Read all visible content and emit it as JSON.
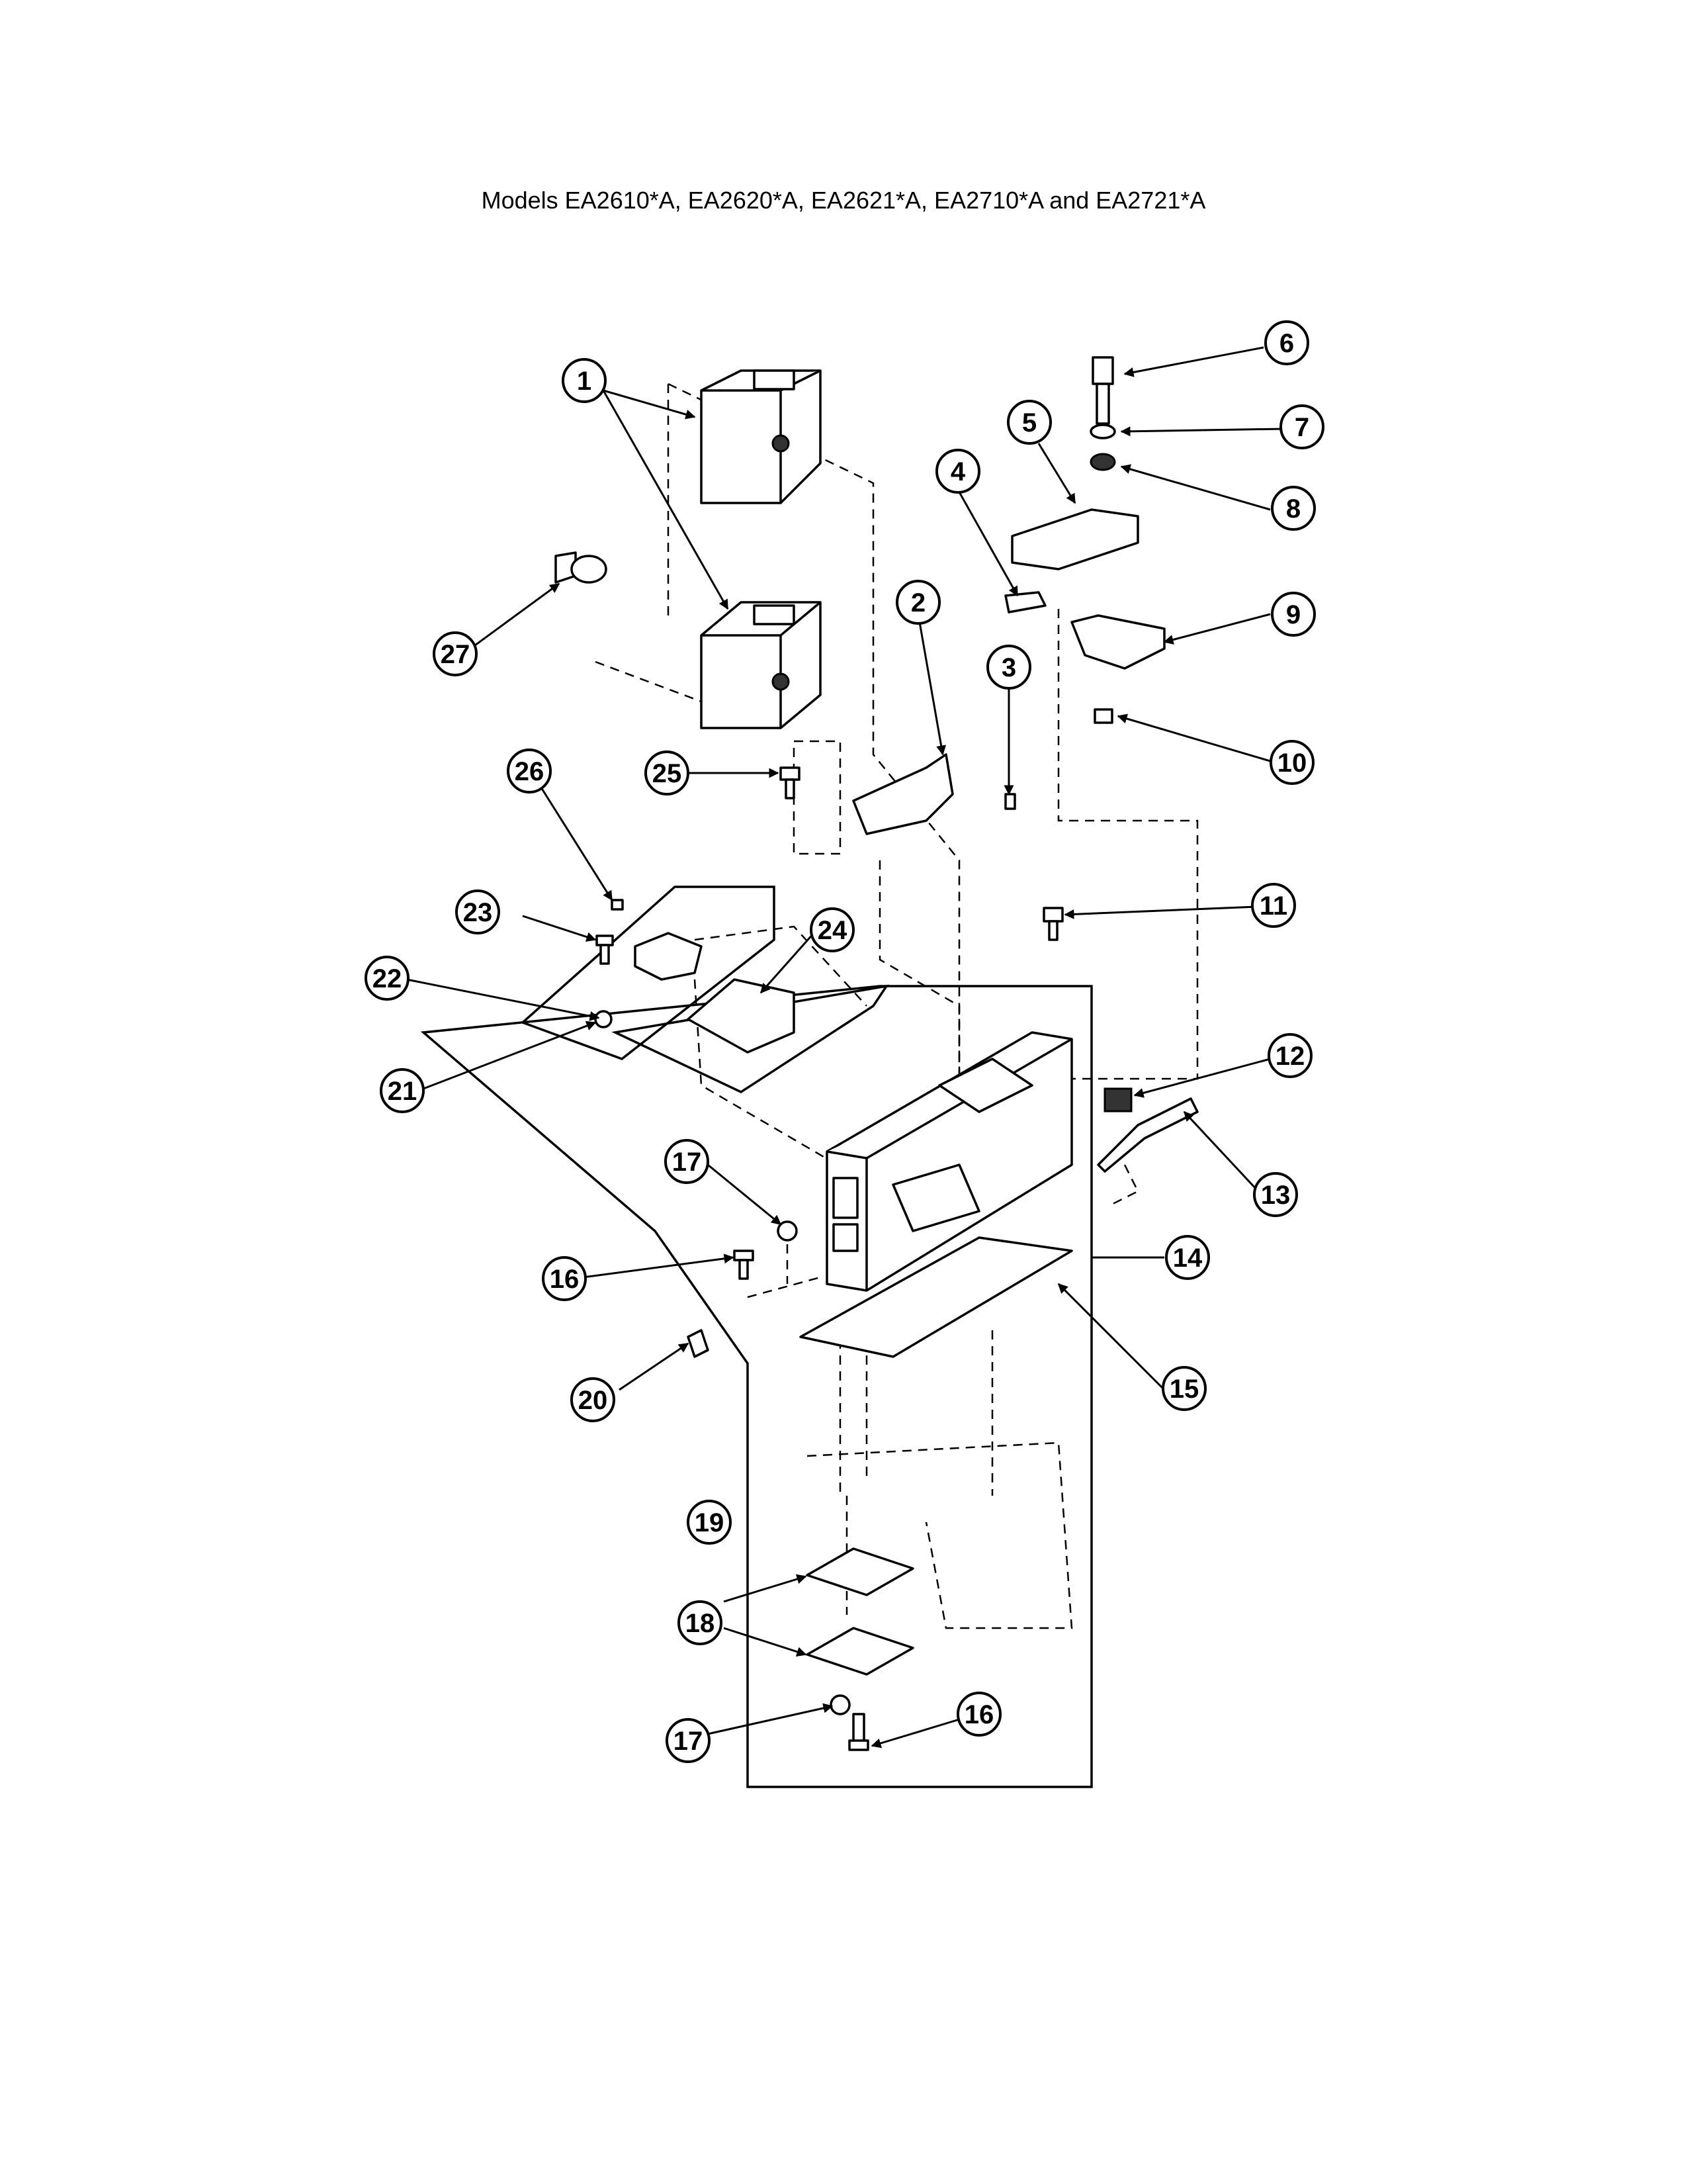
{
  "page": {
    "title": "Models EA2610*A, EA2620*A, EA2621*A, EA2710*A and EA2721*A"
  },
  "callouts": [
    "1",
    "2",
    "3",
    "4",
    "5",
    "6",
    "7",
    "8",
    "9",
    "10",
    "11",
    "12",
    "13",
    "14",
    "15",
    "16",
    "17",
    "18",
    "19",
    "20",
    "21",
    "22",
    "23",
    "24",
    "25",
    "26",
    "27",
    "17",
    "16"
  ]
}
